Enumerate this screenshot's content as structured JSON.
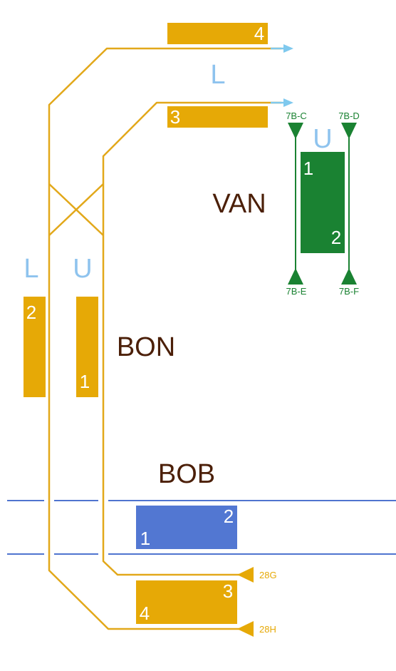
{
  "colors": {
    "yellow_line": "#e2a81a",
    "yellow_block": "#e6a906",
    "green": "#1a8232",
    "blue_line": "#4f74cf",
    "blue_block": "#5277d2",
    "label_light_blue": "#8ec3ee",
    "arrow_light_blue": "#7fc9ee",
    "station_brown": "#4b1f08",
    "white": "#ffffff"
  },
  "stations": {
    "van": "VAN",
    "bon": "BON",
    "bob": "BOB"
  },
  "direction_labels": {
    "top_l": "L",
    "van_u": "U",
    "left_l": "L",
    "left_u": "U"
  },
  "yellow_blocks": {
    "top_4": "4",
    "top_3": "3",
    "left_2": "2",
    "left_1": "1",
    "bottom_3": "3",
    "bottom_4": "4"
  },
  "green_block": {
    "top": "1",
    "bottom": "2"
  },
  "blue_block": {
    "top": "2",
    "bottom": "1"
  },
  "signals": {
    "c": "7B-C",
    "d": "7B-D",
    "e": "7B-E",
    "f": "7B-F",
    "g": "28G",
    "h": "28H"
  },
  "arrow_icons": [
    "arrow-right-icon",
    "arrow-right-icon"
  ],
  "signal_icons": [
    "triangle-down-icon",
    "triangle-up-icon",
    "triangle-left-icon"
  ]
}
